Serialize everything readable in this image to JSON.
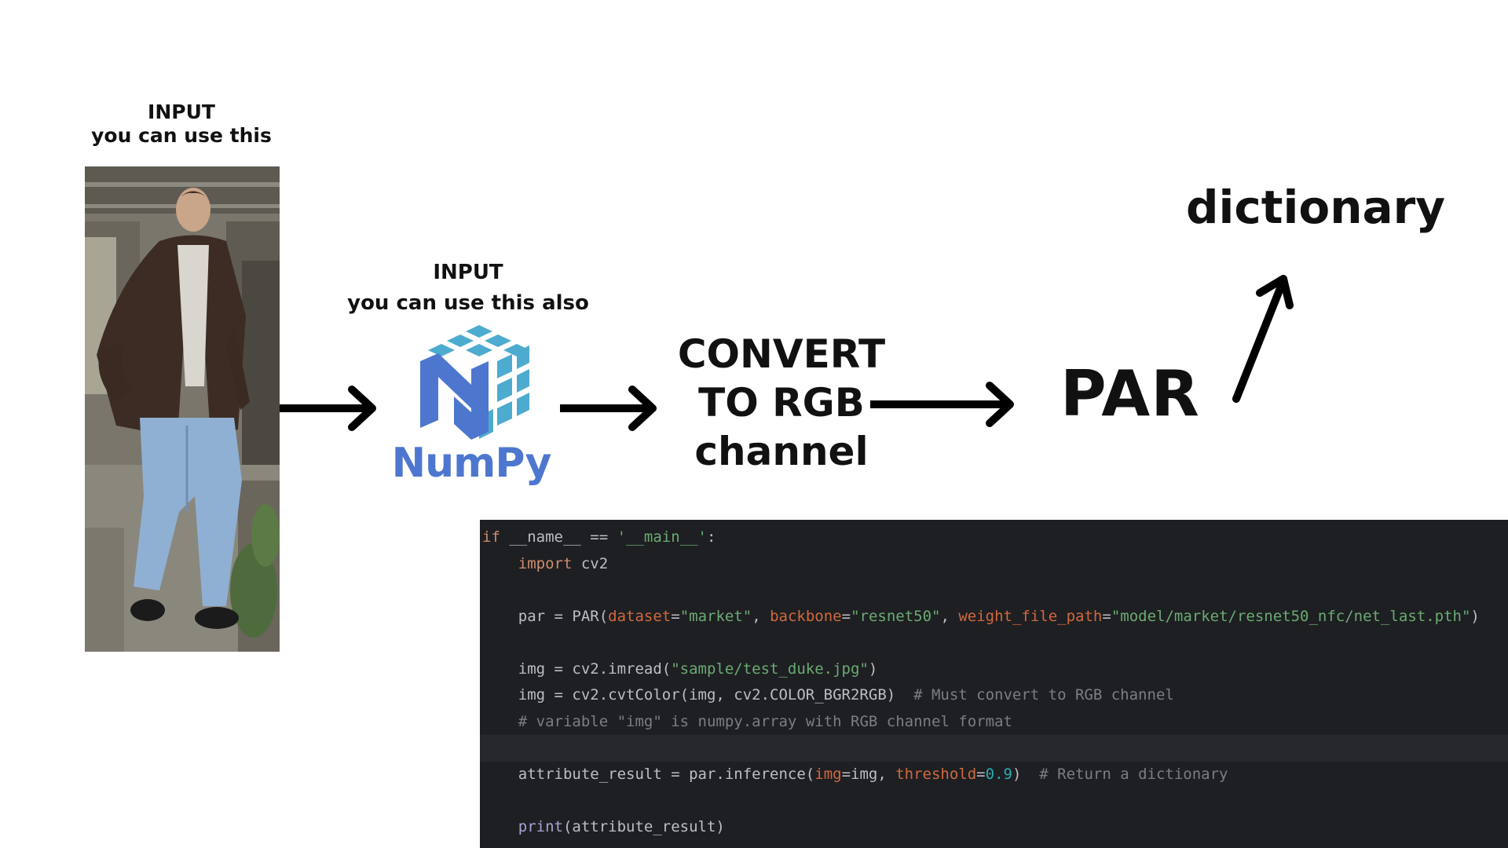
{
  "input_photo": {
    "label_line1": "INPUT",
    "label_line2": "you can use this"
  },
  "input_numpy": {
    "label_line1": "INPUT",
    "label_line2": "you can use this also",
    "logo_text": "NumPy"
  },
  "steps": {
    "convert_line1": "CONVERT",
    "convert_line2": "TO RGB",
    "convert_line3": "channel",
    "model": "PAR",
    "output": "dictionary"
  },
  "colors": {
    "arrow": "#000000",
    "numpy_dark": "#4d77cf",
    "numpy_light": "#4dabcf",
    "code_background": "#1e1f22"
  },
  "code": {
    "lines": [
      [
        [
          "kw",
          "if"
        ],
        [
          "plain",
          " __name__ == "
        ],
        [
          "str",
          "'__main__'"
        ],
        [
          "plain",
          ":"
        ]
      ],
      [
        [
          "plain",
          "    "
        ],
        [
          "kw",
          "import"
        ],
        [
          "plain",
          " cv2"
        ]
      ],
      [],
      [
        [
          "plain",
          "    par = PAR("
        ],
        [
          "param",
          "dataset"
        ],
        [
          "plain",
          "="
        ],
        [
          "str",
          "\"market\""
        ],
        [
          "plain",
          ", "
        ],
        [
          "param",
          "backbone"
        ],
        [
          "plain",
          "="
        ],
        [
          "str",
          "\"resnet50\""
        ],
        [
          "plain",
          ", "
        ],
        [
          "param",
          "weight_file_path"
        ],
        [
          "plain",
          "="
        ],
        [
          "str",
          "\"model/market/resnet50_nfc/net_last.pth\""
        ],
        [
          "plain",
          ")"
        ]
      ],
      [],
      [
        [
          "plain",
          "    img = cv2.imread("
        ],
        [
          "str",
          "\"sample/test_duke.jpg\""
        ],
        [
          "plain",
          ")"
        ]
      ],
      [
        [
          "plain",
          "    img = cv2.cvtColor(img, cv2.COLOR_BGR2RGB)  "
        ],
        [
          "comment",
          "# Must convert to RGB channel"
        ]
      ],
      [
        [
          "plain",
          "    "
        ],
        [
          "comment",
          "# variable \"img\" is numpy.array with RGB channel format"
        ]
      ],
      [],
      [
        [
          "plain",
          "    attribute_result = par.inference("
        ],
        [
          "param",
          "img"
        ],
        [
          "plain",
          "=img, "
        ],
        [
          "param",
          "threshold"
        ],
        [
          "plain",
          "="
        ],
        [
          "num",
          "0.9"
        ],
        [
          "plain",
          ")  "
        ],
        [
          "comment",
          "# Return a dictionary"
        ]
      ],
      [],
      [
        [
          "plain",
          "    "
        ],
        [
          "builtin",
          "print"
        ],
        [
          "plain",
          "(attribute_result)"
        ]
      ]
    ],
    "highlighted_line": 8
  }
}
